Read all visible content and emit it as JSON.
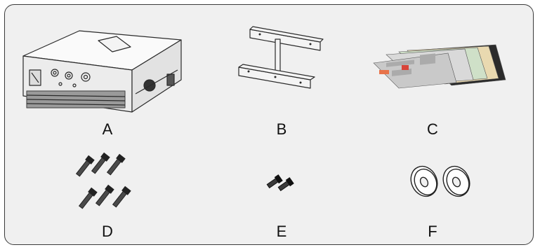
{
  "items": [
    {
      "label": "A",
      "icon": "inverter-icon"
    },
    {
      "label": "B",
      "icon": "mounting-bracket-icon"
    },
    {
      "label": "C",
      "icon": "documents-icon"
    },
    {
      "label": "D",
      "icon": "bolts-icon"
    },
    {
      "label": "E",
      "icon": "screws-icon"
    },
    {
      "label": "F",
      "icon": "washers-icon"
    }
  ],
  "colors": {
    "panel_bg": "#f0f0f0",
    "border": "#3a3a3a",
    "accent_red": "#d8453a"
  }
}
